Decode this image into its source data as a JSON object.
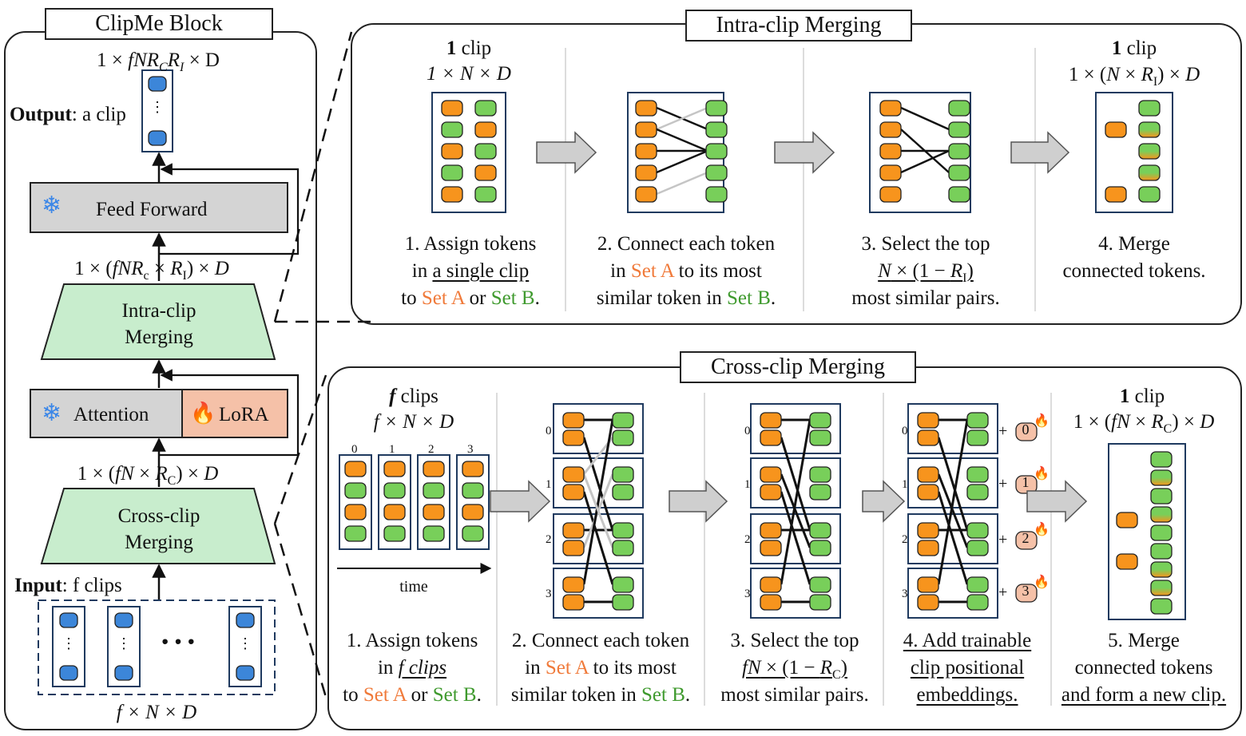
{
  "colors": {
    "orange": "#f7941d",
    "green": "#78cf5a",
    "blue": "#3c86d9",
    "frame": "#1f3a5f",
    "trap": "#c8edcd",
    "gray": "#d4d4d4",
    "lora": "#f5c1a8"
  },
  "left": {
    "title": "ClipMe Block",
    "output_dim": "1 × fNR",
    "output_dim_sub1": "C",
    "output_dim_mid": "R",
    "output_dim_sub2": "I",
    "output_dim_end": " × D",
    "output_label_bold": "Output",
    "output_label_rest": ": a clip",
    "feed_forward": "Feed Forward",
    "mid_dim": "1 × (fNR",
    "mid_dim_sub1": "c",
    "mid_dim_mid": " × R",
    "mid_dim_sub2": "I",
    "mid_dim_end": ") × D",
    "intra_line1": "Intra-clip",
    "intra_line2": "Merging",
    "attention": "Attention",
    "lora": "LoRA",
    "low_dim": "1 × (fN × R",
    "low_dim_sub": "C",
    "low_dim_end": ") × D",
    "cross_line1": "Cross-clip",
    "cross_line2": "Merging",
    "input_label_bold": "Input",
    "input_label_rest": ": f clips",
    "ellipsis": "···",
    "input_dim": "f × N × D"
  },
  "intra": {
    "title": "Intra-clip Merging",
    "col1_head_bold": "1",
    "col1_head_rest": " clip",
    "col1_dim": "1 × N × D",
    "col4_head_bold": "1",
    "col4_head_rest": " clip",
    "col4_dim": "1 × (N × R",
    "col4_dim_sub": "I",
    "col4_dim_end": ") × D",
    "steps": [
      {
        "l1": "1. Assign tokens",
        "l2a": "in ",
        "l2u": "a single clip",
        "l3a": "to ",
        "l3o": "Set A",
        "l3b": " or ",
        "l3g": "Set B",
        "l3c": "."
      },
      {
        "l1": "2. Connect each token",
        "l2a": "in ",
        "l2o": "Set A",
        "l2b": " to its most",
        "l3a": "similar token in ",
        "l3g": "Set B",
        "l3c": "."
      },
      {
        "l1": "3. Select the top",
        "l2u": "N × (1 − R",
        "l2sub": "I",
        "l2end": ")",
        "l3": "most similar pairs."
      },
      {
        "l1": "4. Merge",
        "l2": "connected tokens."
      }
    ]
  },
  "cross": {
    "title": "Cross-clip Merging",
    "col1_head_bold": "f",
    "col1_head_rest": " clips",
    "col1_dim": "f × N × D",
    "clip_indices": [
      "0",
      "1",
      "2",
      "3"
    ],
    "time": "time",
    "plus_labels": [
      "0",
      "1",
      "2",
      "3"
    ],
    "col5_head_bold": "1",
    "col5_head_rest": " clip",
    "col5_dim": "1 × (fN × R",
    "col5_dim_sub": "C",
    "col5_dim_end": ") × D",
    "steps": [
      {
        "l1": "1. Assign tokens",
        "l2a": "in ",
        "l2u": "f clips",
        "l3a": "to ",
        "l3o": "Set A",
        "l3b": " or ",
        "l3g": "Set B",
        "l3c": "."
      },
      {
        "l1": "2. Connect each token",
        "l2a": "in ",
        "l2o": "Set A",
        "l2b": " to its most",
        "l3a": "similar token in ",
        "l3g": "Set B",
        "l3c": "."
      },
      {
        "l1": "3. Select the top",
        "l2u": "fN × (1 − R",
        "l2sub": "C",
        "l2end": ")",
        "l3": "most similar pairs."
      },
      {
        "l1": "4. Add trainable",
        "l2": "clip positional",
        "l3": "embeddings."
      },
      {
        "l1": "5. Merge",
        "l2": "connected tokens",
        "l3": "and form a new clip."
      }
    ]
  }
}
